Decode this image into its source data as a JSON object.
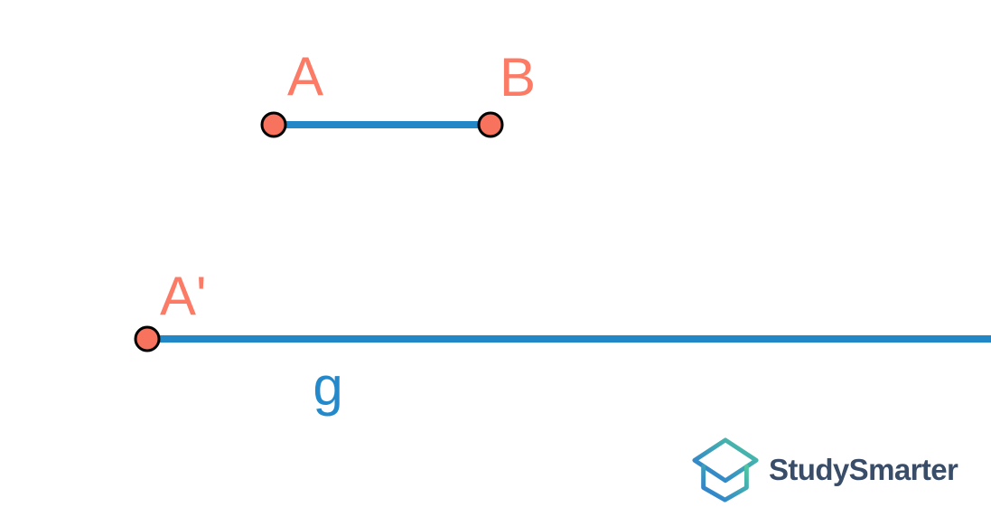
{
  "diagram": {
    "points": [
      {
        "id": "A",
        "label": "A"
      },
      {
        "id": "B",
        "label": "B"
      },
      {
        "id": "A-prime",
        "label": "A'"
      }
    ],
    "segment": {
      "from": "A",
      "to": "B"
    },
    "line": {
      "label": "g",
      "through": "A-prime"
    }
  },
  "branding": {
    "wordmark": "StudySmarter"
  },
  "colors": {
    "background": "#FFFFFF",
    "segment_blue": "#2187C7",
    "point_fill": "#F7735E",
    "point_outline": "#000000",
    "label_coral": "#FB7B66",
    "label_blue": "#2489CB",
    "brand_navy": "#3A4D68",
    "brand_gradient_blue": "#2B77D4",
    "brand_gradient_green": "#4FC7A0"
  }
}
